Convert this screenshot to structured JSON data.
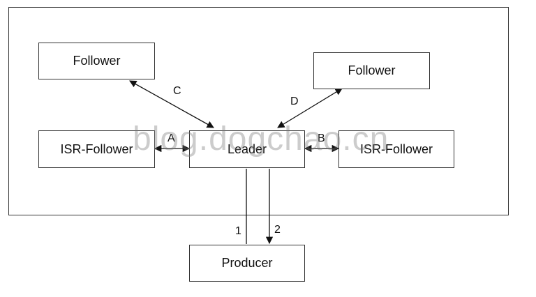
{
  "nodes": {
    "follower_left": "Follower",
    "follower_right": "Follower",
    "isr_left": "ISR-Follower",
    "leader": "Leader",
    "isr_right": "ISR-Follower",
    "producer": "Producer"
  },
  "edges": {
    "a": "A",
    "b": "B",
    "c": "C",
    "d": "D",
    "one": "1",
    "two": "2"
  },
  "watermark": "blog.dogchao.cn"
}
